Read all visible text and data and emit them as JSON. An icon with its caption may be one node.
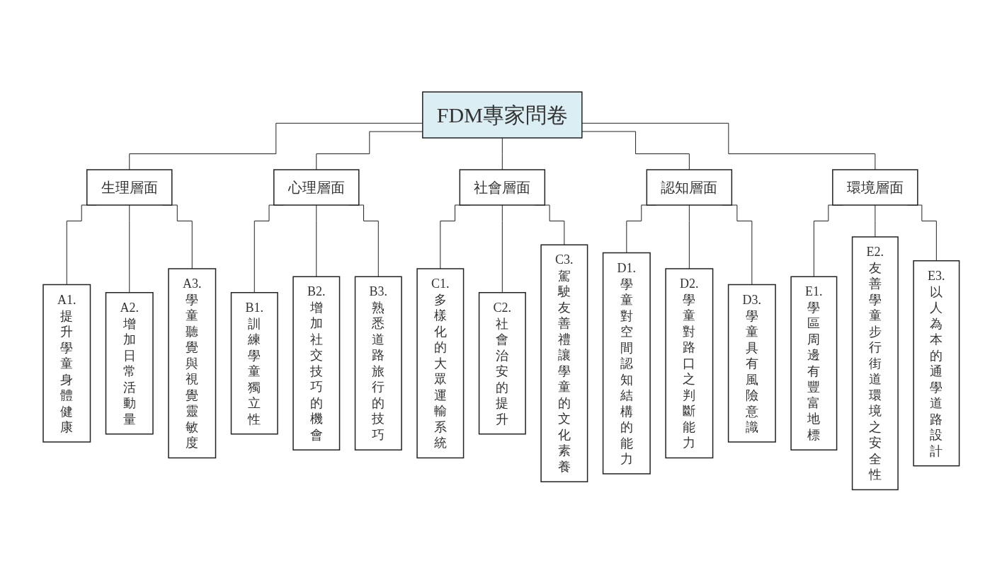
{
  "diagram": {
    "nodes": [
      {
        "text": [
          "FDM專家問卷"
        ]
      },
      {
        "text": [
          "生理層面"
        ]
      },
      {
        "text": [
          "心理層面"
        ]
      },
      {
        "text": [
          "社會層面"
        ]
      },
      {
        "text": [
          "認知層面"
        ]
      },
      {
        "text": [
          "環境層面"
        ]
      },
      {
        "text": [
          "A1. 提升學童身體健康"
        ]
      },
      {
        "text": [
          "A2. 增加日常活動量"
        ]
      },
      {
        "text": [
          "A3. 學童聽覺與視覺靈敏度"
        ]
      },
      {
        "text": [
          "B1. 訓練學童獨立性"
        ]
      },
      {
        "text": [
          "B2. 增加社交技巧的機會"
        ]
      },
      {
        "text": [
          "B3. 熟悉道路旅行的技巧"
        ]
      },
      {
        "text": [
          "C1. 多樣化的大眾運輸系統"
        ]
      },
      {
        "text": [
          "C2. 社會治安的提升"
        ]
      },
      {
        "text": [
          "C3. 駕駛友善禮讓學童的文化素養"
        ]
      },
      {
        "text": [
          "D1. 學童對空間認知結構的能力"
        ]
      },
      {
        "text": [
          "D2. 學童對路口之判斷能力"
        ]
      },
      {
        "text": [
          "D3. 學童具有風險意識"
        ]
      },
      {
        "text": [
          "E1. 學區周邊有豐富地標"
        ]
      },
      {
        "text": [
          "E2. 友善學童步行街道環境之安全性"
        ]
      },
      {
        "text": [
          "E3. 以人為本的通學道路設計"
        ]
      }
    ],
    "edges": [
      {
        "from": 0,
        "to": 1,
        "arrow": "none"
      },
      {
        "from": 0,
        "to": 2,
        "arrow": "none"
      },
      {
        "from": 0,
        "to": 3,
        "arrow": "none"
      },
      {
        "from": 0,
        "to": 4,
        "arrow": "none"
      },
      {
        "from": 0,
        "to": 5,
        "arrow": "none"
      },
      {
        "from": 1,
        "to": 6,
        "arrow": "none"
      },
      {
        "from": 1,
        "to": 7,
        "arrow": "none"
      },
      {
        "from": 1,
        "to": 8,
        "arrow": "none"
      },
      {
        "from": 2,
        "to": 9,
        "arrow": "none"
      },
      {
        "from": 2,
        "to": 10,
        "arrow": "none"
      },
      {
        "from": 2,
        "to": 11,
        "arrow": "none"
      },
      {
        "from": 3,
        "to": 12,
        "arrow": "none"
      },
      {
        "from": 3,
        "to": 13,
        "arrow": "none"
      },
      {
        "from": 3,
        "to": 14,
        "arrow": "none"
      },
      {
        "from": 4,
        "to": 15,
        "arrow": "none"
      },
      {
        "from": 4,
        "to": 16,
        "arrow": "none"
      },
      {
        "from": 4,
        "to": 17,
        "arrow": "none"
      },
      {
        "from": 5,
        "to": 18,
        "arrow": "none"
      },
      {
        "from": 5,
        "to": 19,
        "arrow": "none"
      },
      {
        "from": 5,
        "to": 20,
        "arrow": "none"
      }
    ]
  }
}
